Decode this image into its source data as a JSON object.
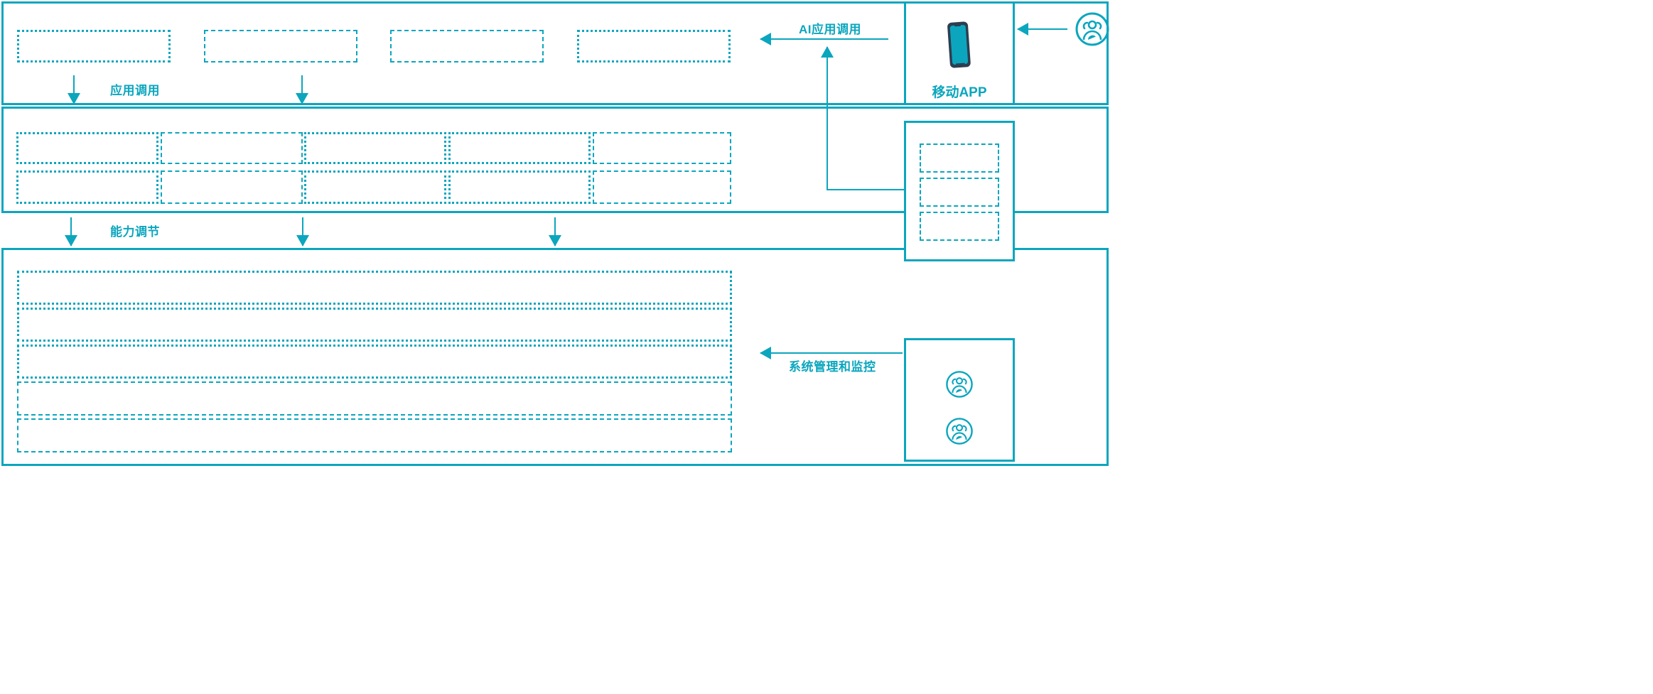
{
  "theme": {
    "accent": "#0ba6be",
    "phone_frame": "#2c3e50",
    "phone_screen": "#0ba6be",
    "background": "#ffffff"
  },
  "layers": {
    "application_layer": {
      "name": "application-layer",
      "boxes": [
        {
          "label": ""
        },
        {
          "label": ""
        },
        {
          "label": ""
        },
        {
          "label": ""
        }
      ]
    },
    "capability_layer": {
      "name": "capability-layer",
      "columns": 5,
      "rows": 2,
      "boxes": [
        {
          "label": ""
        },
        {
          "label": ""
        },
        {
          "label": ""
        },
        {
          "label": ""
        },
        {
          "label": ""
        },
        {
          "label": ""
        },
        {
          "label": ""
        },
        {
          "label": ""
        },
        {
          "label": ""
        },
        {
          "label": ""
        }
      ]
    },
    "platform_layer": {
      "name": "platform-layer",
      "bands": [
        {
          "label": ""
        },
        {
          "label": ""
        },
        {
          "label": ""
        },
        {
          "label": ""
        },
        {
          "label": ""
        }
      ]
    }
  },
  "connectors": {
    "app_call": {
      "label": "应用调用",
      "direction": "down"
    },
    "capability_adjust": {
      "label": "能力调节",
      "direction": "down"
    },
    "ai_app_call": {
      "label": "AI应用调用",
      "direction": "left"
    },
    "system_manage": {
      "label": "系统管理和监控",
      "direction": "left"
    }
  },
  "right_column": {
    "mobile_app": {
      "label": "移动APP",
      "icon": "smartphone-icon"
    },
    "service_panel": {
      "name": "service-panel",
      "boxes": [
        {
          "label": ""
        },
        {
          "label": ""
        },
        {
          "label": ""
        }
      ]
    },
    "admin_panel": {
      "name": "admin-panel",
      "actors": [
        {
          "icon": "users-group-icon",
          "label": ""
        },
        {
          "icon": "users-group-icon",
          "label": ""
        }
      ]
    },
    "external_actor": {
      "icon": "users-group-icon",
      "label": ""
    }
  }
}
